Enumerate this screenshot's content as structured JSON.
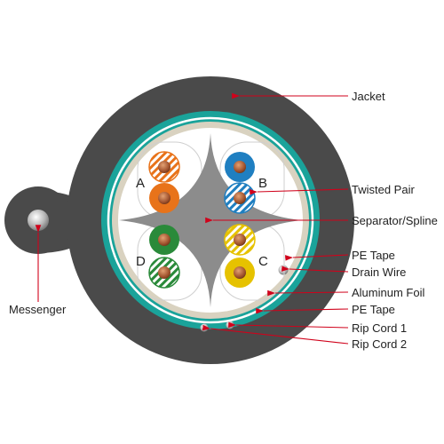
{
  "labels": {
    "jacket": "Jacket",
    "twisted_pair": "Twisted Pair",
    "separator": "Separator/Spline",
    "pe_tape_1": "PE Tape",
    "drain_wire": "Drain Wire",
    "aluminum_foil": "Aluminum Foil",
    "pe_tape_2": "PE Tape",
    "rip_cord_1": "Rip Cord 1",
    "rip_cord_2": "Rip Cord 2",
    "messenger": "Messenger"
  },
  "pairs": {
    "a": "A",
    "b": "B",
    "c": "C",
    "d": "D"
  },
  "colors": {
    "jacket": "#4a4a4a",
    "aluminum_foil": "#1aa39a",
    "pe_tape": "#d9d2c0",
    "separator": "#8c8c8c",
    "leader": "#d0021b",
    "orange": "#e8731a",
    "blue": "#1f7fc1",
    "green": "#2a8a3a",
    "yellow": "#e6c200",
    "copper": "#a0522d"
  }
}
